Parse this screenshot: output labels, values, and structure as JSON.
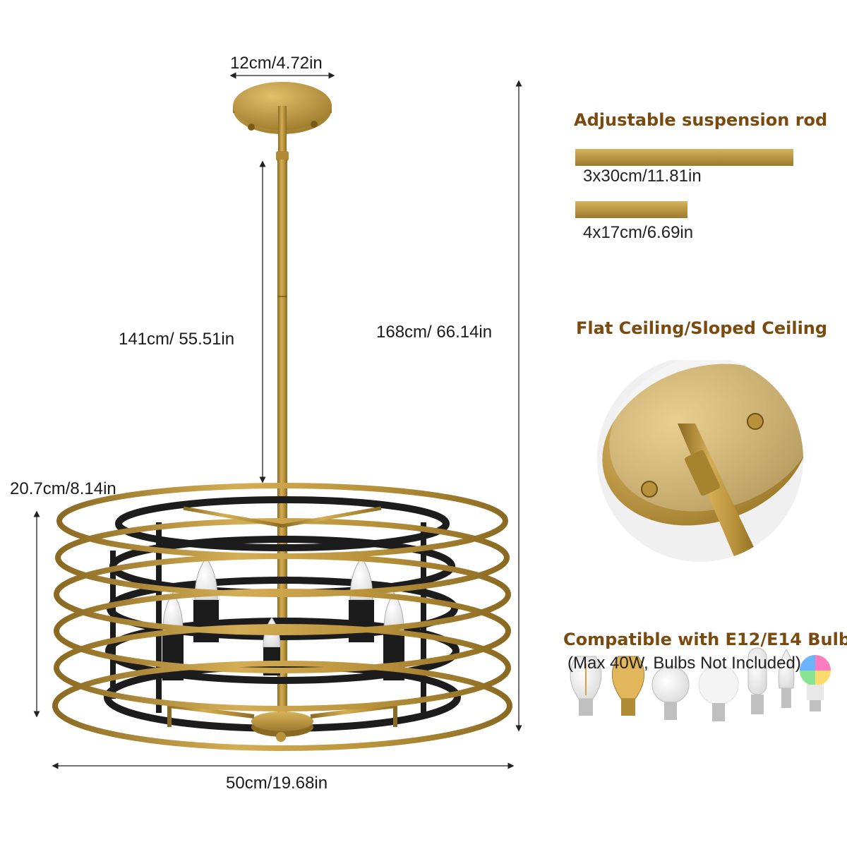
{
  "dimensions": {
    "canopy_width": "12cm/4.72in",
    "rod_length": "141cm/ 55.51in",
    "total_height": "168cm/ 66.14in",
    "cage_height": "20.7cm/8.14in",
    "cage_width": "50cm/19.68in"
  },
  "rods": {
    "heading": "Adjustable suspension rod",
    "rod_long_label": "3x30cm/11.81in",
    "rod_short_label": "4x17cm/6.69in"
  },
  "ceiling": {
    "heading": "Flat Ceiling/Sloped Ceiling"
  },
  "bulbs": {
    "heading": "Compatible with E12/E14 Bulb",
    "note": "(Max 40W, Bulbs Not Included)",
    "types": [
      "st64-clear-icon",
      "st64-vintage-icon",
      "g25-globe-icon",
      "g25-frosted-icon",
      "t45-tube-icon",
      "candle-icon",
      "rgb-bulb-icon"
    ]
  },
  "colors": {
    "brass": "#b8913a",
    "brass_dark": "#8a6a22",
    "black_ring": "#1c1c1c",
    "heading_brown": "#7b4a0e"
  }
}
